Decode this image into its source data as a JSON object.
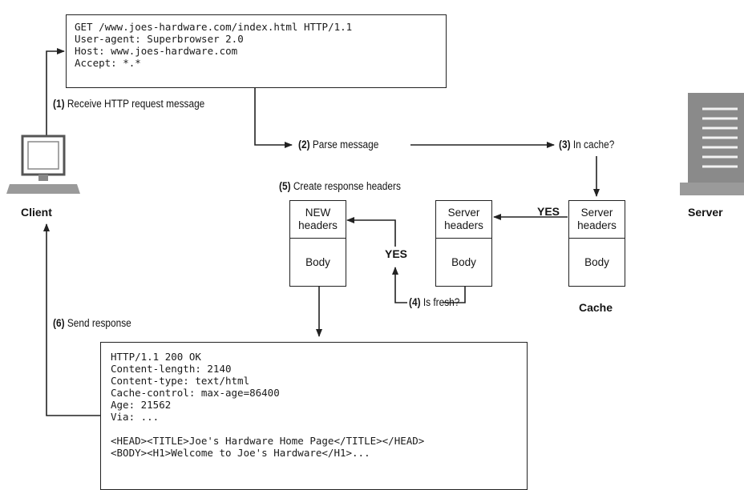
{
  "request": {
    "lines": [
      "GET /www.joes-hardware.com/index.html HTTP/1.1",
      "User-agent: Superbrowser 2.0",
      "Host: www.joes-hardware.com",
      "Accept: *.*"
    ]
  },
  "response": {
    "lines": [
      "HTTP/1.1 200 OK",
      "Content-length: 2140",
      "Content-type: text/html",
      "Cache-control: max-age=86400",
      "Age: 21562",
      "Via: ...",
      "",
      "<HEAD><TITLE>Joe's Hardware Home Page</TITLE></HEAD>",
      "<BODY><H1>Welcome to Joe's Hardware</H1>..."
    ]
  },
  "steps": {
    "s1": {
      "num": "(1)",
      "text": "Receive HTTP request message"
    },
    "s2": {
      "num": "(2)",
      "text": "Parse message"
    },
    "s3": {
      "num": "(3)",
      "text": "In cache?"
    },
    "s4": {
      "num": "(4)",
      "text": "Is fresh?"
    },
    "s5": {
      "num": "(5)",
      "text": "Create response headers"
    },
    "s6": {
      "num": "(6)",
      "text": "Send response"
    }
  },
  "actors": {
    "client": "Client",
    "server": "Server",
    "cache": "Cache"
  },
  "yes_labels": {
    "cache_hit": "YES",
    "fresh": "YES"
  },
  "boxes": {
    "new_doc": {
      "header_line1": "NEW",
      "header_line2": "headers",
      "body": "Body"
    },
    "copy_doc": {
      "header_line1": "Server",
      "header_line2": "headers",
      "body": "Body"
    },
    "cached_doc": {
      "header_line1": "Server",
      "header_line2": "headers",
      "body": "Body"
    }
  },
  "colors": {
    "line": "#222222",
    "server": "#8a8a8a"
  }
}
